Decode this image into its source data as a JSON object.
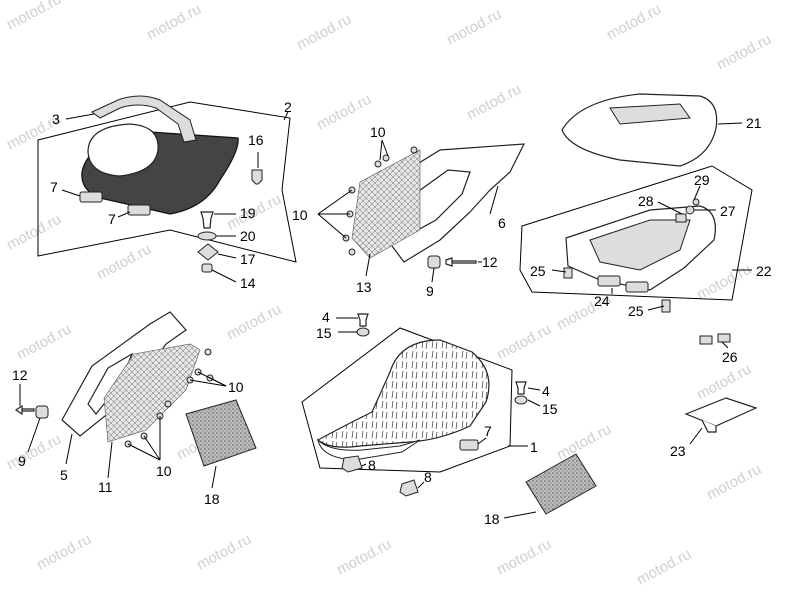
{
  "watermark": "motod.ru",
  "callouts": {
    "c1": "1",
    "c2": "2",
    "c3": "3",
    "c4a": "4",
    "c4b": "4",
    "c5": "5",
    "c6": "6",
    "c7a": "7",
    "c7b": "7",
    "c7c": "7",
    "c8a": "8",
    "c8b": "8",
    "c9a": "9",
    "c9b": "9",
    "c10a": "10",
    "c10b": "10",
    "c10c": "10",
    "c10d": "10",
    "c11": "11",
    "c12a": "12",
    "c12b": "12",
    "c13": "13",
    "c14": "14",
    "c15a": "15",
    "c15b": "15",
    "c16": "16",
    "c17": "17",
    "c18a": "18",
    "c18b": "18",
    "c19": "19",
    "c20": "20",
    "c21": "21",
    "c22": "22",
    "c23": "23",
    "c24": "24",
    "c25a": "25",
    "c25b": "25",
    "c26": "26",
    "c27": "27",
    "c28": "28",
    "c29": "29"
  },
  "colors": {
    "line": "#000000",
    "watermark": "#cfcfcf",
    "seat_dark": "#444444"
  }
}
